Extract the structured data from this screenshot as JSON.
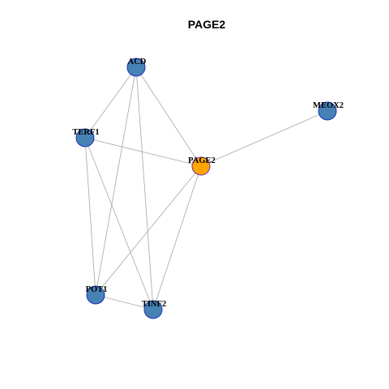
{
  "title": "PAGE2",
  "colors": {
    "default_node": "#4682B4",
    "default_stroke": "#1f2fb8",
    "highlight_node": "#FFA500",
    "highlight_stroke": "#7a2a9a",
    "edge": "#b0b0b0"
  },
  "nodes": [
    {
      "id": "ACD",
      "label": "ACD",
      "highlight": false
    },
    {
      "id": "MEOX2",
      "label": "MEOX2",
      "highlight": false
    },
    {
      "id": "TERF1",
      "label": "TERF1",
      "highlight": false
    },
    {
      "id": "PAGE2",
      "label": "PAGE2",
      "highlight": true
    },
    {
      "id": "POT1",
      "label": "POT1",
      "highlight": false
    },
    {
      "id": "TINF2",
      "label": "TINF2",
      "highlight": false
    }
  ],
  "edges": [
    {
      "source": "ACD",
      "target": "TERF1"
    },
    {
      "source": "ACD",
      "target": "PAGE2"
    },
    {
      "source": "ACD",
      "target": "POT1"
    },
    {
      "source": "ACD",
      "target": "TINF2"
    },
    {
      "source": "MEOX2",
      "target": "PAGE2"
    },
    {
      "source": "TERF1",
      "target": "PAGE2"
    },
    {
      "source": "TERF1",
      "target": "POT1"
    },
    {
      "source": "TERF1",
      "target": "TINF2"
    },
    {
      "source": "PAGE2",
      "target": "POT1"
    },
    {
      "source": "PAGE2",
      "target": "TINF2"
    },
    {
      "source": "POT1",
      "target": "TINF2"
    }
  ]
}
